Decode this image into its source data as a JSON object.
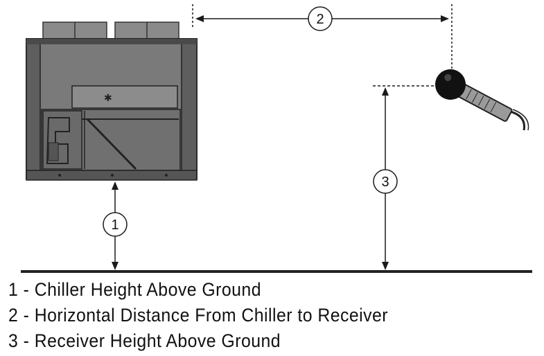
{
  "diagram": {
    "callouts": [
      {
        "number": "1",
        "text": "Chiller Height Above Ground"
      },
      {
        "number": "2",
        "text": "Horizontal Distance From Chiller to Receiver"
      },
      {
        "number": "3",
        "text": "Receiver Height Above Ground"
      }
    ],
    "legend": [
      "1 -  Chiller Height Above Ground",
      "2 -  Horizontal Distance From Chiller to Receiver",
      "3 -  Receiver Height Above Ground"
    ],
    "icons": {
      "unit": "chiller-icon",
      "receiver": "microphone-icon"
    },
    "colors": {
      "chiller_body": "#7a7a7a",
      "chiller_dark": "#3c3c3c",
      "line": "#1a1a1a",
      "ground": "#222222"
    }
  }
}
